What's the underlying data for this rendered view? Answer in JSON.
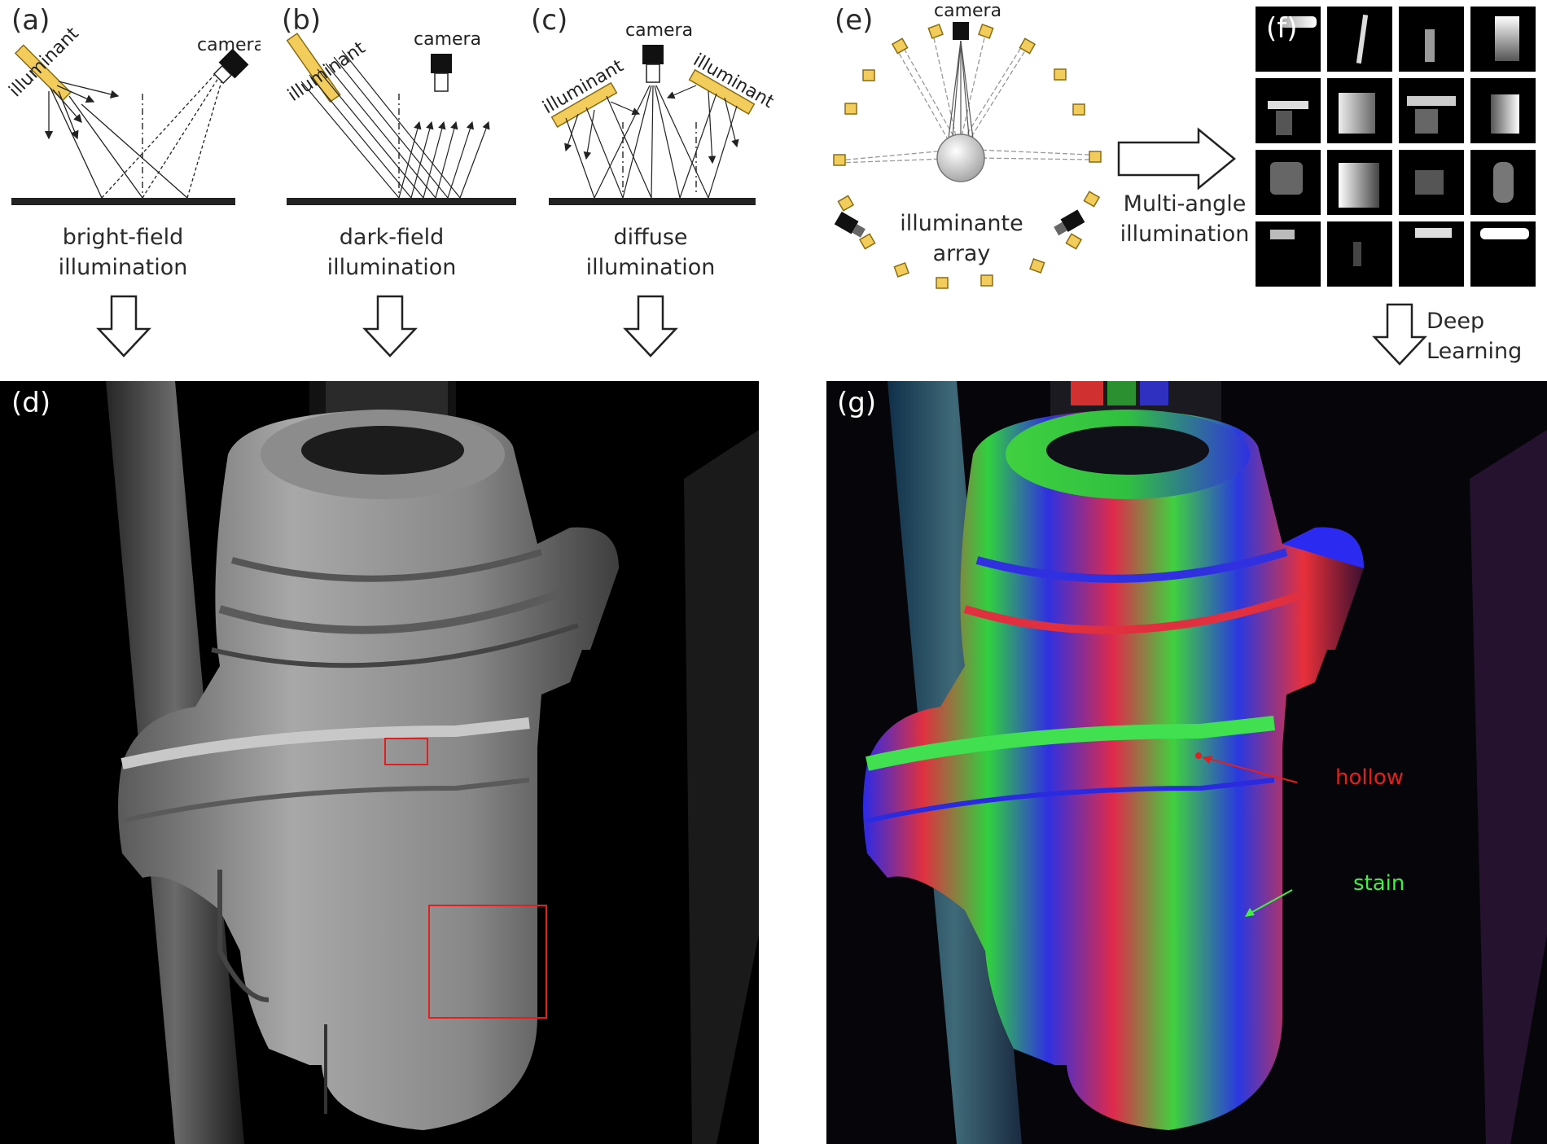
{
  "panels": {
    "a": {
      "label": "(a)",
      "illuminant": "illuminant",
      "camera": "camera",
      "caption_line1": "bright-field",
      "caption_line2": "illumination"
    },
    "b": {
      "label": "(b)",
      "illuminant": "illuminant",
      "camera": "camera",
      "caption_line1": "dark-field",
      "caption_line2": "illumination"
    },
    "c": {
      "label": "(c)",
      "illuminant_left": "illuminant",
      "illuminant_right": "illuminant",
      "camera": "camera",
      "caption_line1": "diffuse",
      "caption_line2": "illumination"
    },
    "e": {
      "label": "(e)",
      "camera": "camera",
      "caption_line1": "illuminante",
      "caption_line2": "array"
    },
    "f": {
      "label": "(f)"
    },
    "d": {
      "label": "(d)"
    },
    "g": {
      "label": "(g)",
      "hollow": "hollow",
      "stain": "stain"
    }
  },
  "arrows": {
    "multi_line1": "Multi-angle",
    "multi_line2": "illumination",
    "deep_line1": "Deep",
    "deep_line2": "Learning"
  },
  "colors": {
    "illuminant_fill": "#f2cd5c",
    "illuminant_stroke": "#8a6d12",
    "highlight_red": "#e02020",
    "highlight_green": "#44ee44"
  }
}
